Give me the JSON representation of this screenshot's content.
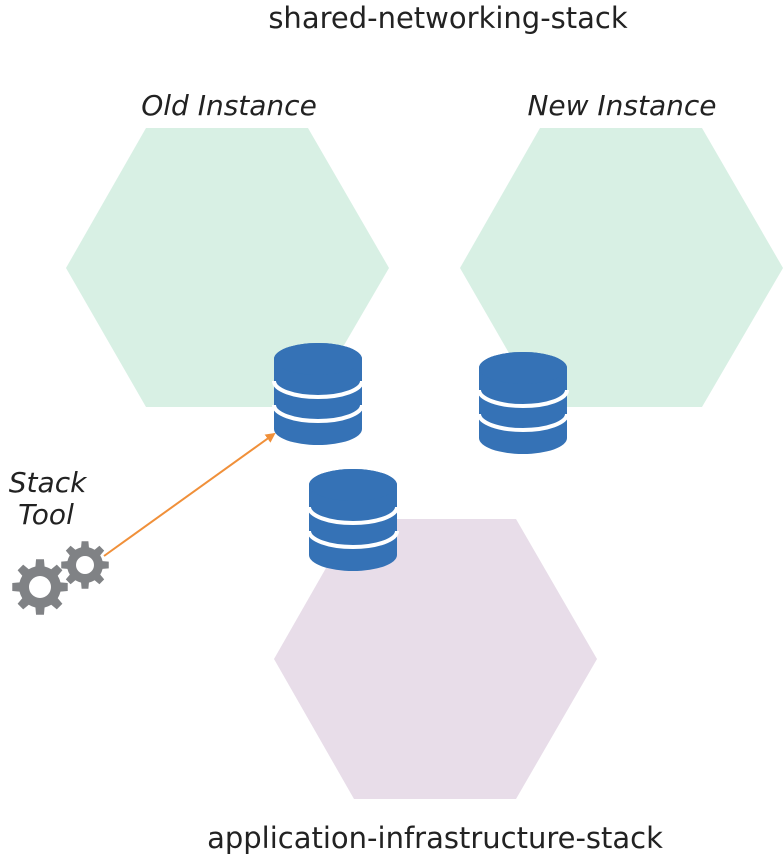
{
  "diagram": {
    "top_stack_label": "shared-networking-stack",
    "bottom_stack_label": "application-infrastructure-stack",
    "old_instance_label": "Old Instance",
    "new_instance_label": "New Instance",
    "stack_tool_label_line1": "Stack",
    "stack_tool_label_line2": "Tool"
  },
  "colors": {
    "networking_hexagon": "#d8f0e4",
    "application_hexagon": "#e8dde9",
    "database": "#3572b6",
    "database_stripe": "#ffffff",
    "gear": "#808285",
    "arrow": "#f0903a",
    "text": "#222222"
  },
  "icons": {
    "database": "database-icon",
    "gears": "gears-icon"
  }
}
